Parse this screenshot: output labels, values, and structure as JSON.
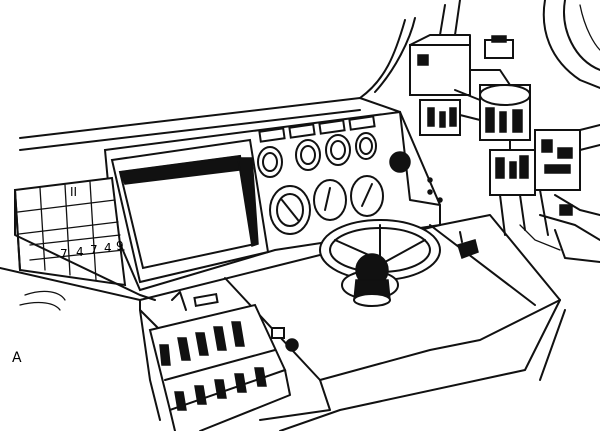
{
  "illustration": {
    "left_panel_glyph": "II",
    "lower_keys": [
      "7",
      "4",
      "7",
      "4",
      "9"
    ],
    "corner_mark": "A"
  }
}
